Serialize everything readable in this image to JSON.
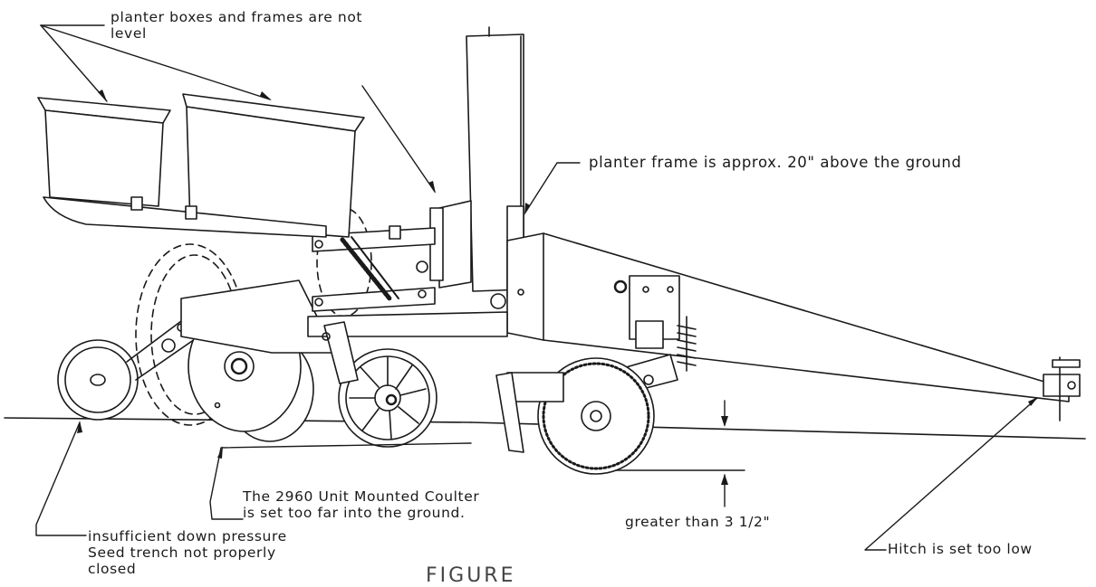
{
  "annotations": {
    "boxes_not_level": [
      "planter boxes and frames are not",
      "level"
    ],
    "frame_height": "planter frame is approx. 20\" above the ground",
    "coulter": [
      "The 2960 Unit Mounted Coulter",
      "is set too far into the ground."
    ],
    "depth": "greater than 3 1/2\"",
    "down_pressure": [
      "insufficient down pressure",
      "Seed trench not properly",
      "closed"
    ],
    "hitch": "Hitch is set too low"
  },
  "caption_partial": "FIGURE",
  "colors": {
    "line": "#1a1a1a",
    "fill": "#ffffff"
  }
}
